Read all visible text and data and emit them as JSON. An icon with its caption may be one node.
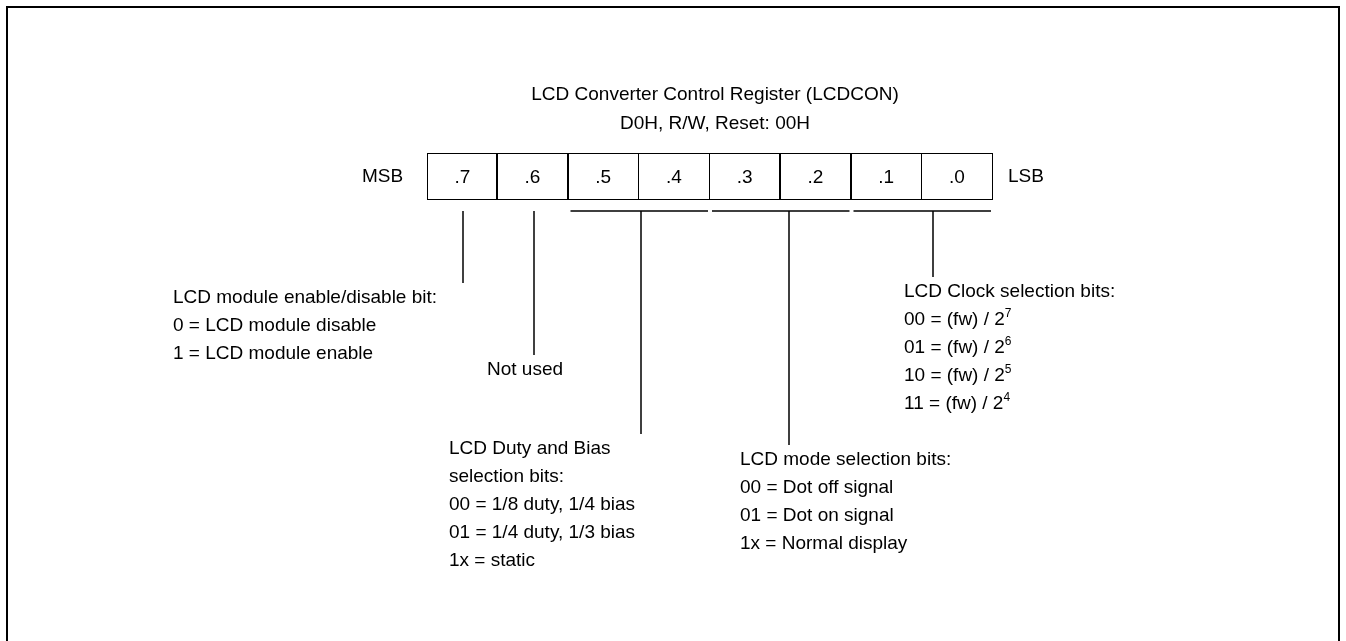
{
  "diagram": {
    "title": "LCD Converter Control Register (LCDCON)",
    "nodes": [
      {
        "text": [
          ".7"
        ]
      },
      {
        "text": [
          ".6"
        ]
      },
      {
        "text": [
          ".5"
        ]
      },
      {
        "text": [
          ".4"
        ]
      },
      {
        "text": [
          ".3"
        ]
      },
      {
        "text": [
          ".2"
        ]
      },
      {
        "text": [
          ".1"
        ]
      },
      {
        "text": [
          ".0"
        ]
      },
      {
        "text": [
          "LCD module enable/disable bit:",
          "0 = LCD module disable",
          "1 = LCD module enable"
        ]
      },
      {
        "text": [
          "Not used"
        ]
      },
      {
        "text": [
          "LCD Duty and Bias selection bits:",
          "00 = 1/8 duty, 1/4 bias",
          "01 = 1/4 duty, 1/3 bias",
          "1x = static"
        ]
      },
      {
        "text": [
          "LCD mode selection bits:",
          "00 = Dot off signal",
          "01 = Dot on signal",
          "1x = Normal display"
        ]
      },
      {
        "text": [
          "LCD Clock selection bits:",
          "00 = (fw) / 2$^{7}$",
          "01 = (fw) / 2$^{6}$",
          "10 = (fw) / 2$^{5}$",
          "11 = (fw) / 2$^{4}$"
        ]
      }
    ],
    "edges": [
      {
        "from": 0,
        "to": 8,
        "arrow": "none"
      },
      {
        "from": 1,
        "to": 9,
        "arrow": "none"
      },
      {
        "from": 2,
        "to": 10,
        "arrow": "none"
      },
      {
        "from": 3,
        "to": 10,
        "arrow": "none"
      },
      {
        "from": 4,
        "to": 11,
        "arrow": "none"
      },
      {
        "from": 5,
        "to": 11,
        "arrow": "none"
      },
      {
        "from": 6,
        "to": 12,
        "arrow": "none"
      },
      {
        "from": 7,
        "to": 12,
        "arrow": "none"
      }
    ],
    "labels": [
      "D0H, R/W, Reset: 00H",
      "MSB",
      "LSB"
    ]
  }
}
